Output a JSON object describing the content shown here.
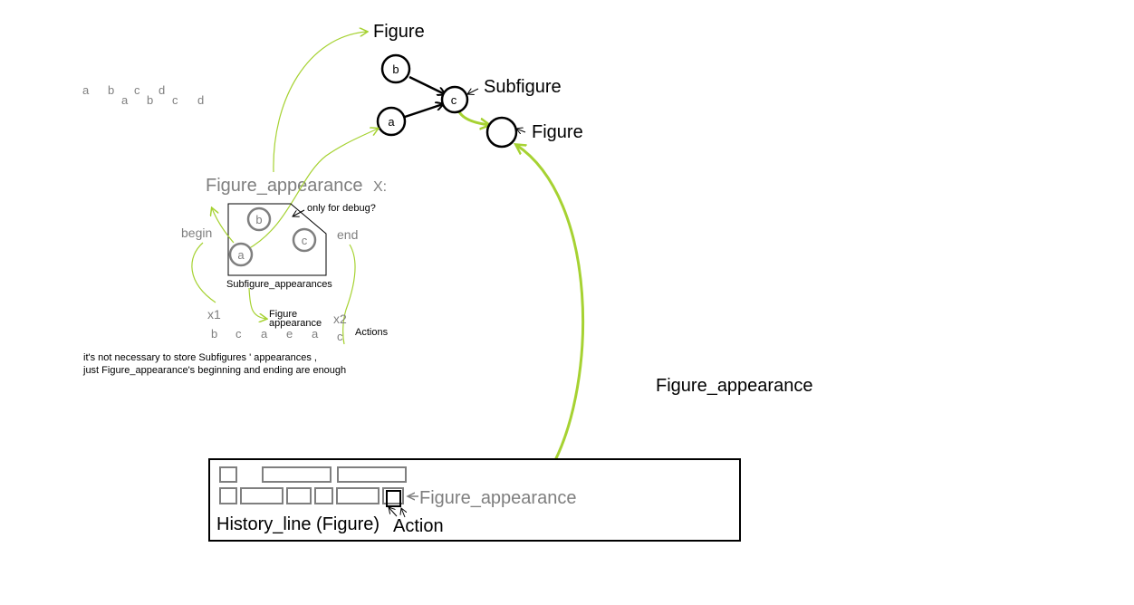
{
  "colors": {
    "green": "#a6d232",
    "gray": "#7f7f7f",
    "black": "#000000"
  },
  "top_graph": {
    "figure_top": "Figure",
    "subfigure": "Subfigure",
    "figure_right": "Figure",
    "node_b": "b",
    "node_a": "a",
    "node_c": "c"
  },
  "letter_row": [
    "a",
    "b",
    "a",
    "c",
    "b",
    "d",
    "c",
    "d"
  ],
  "appearance_box": {
    "title": "Figure_appearance",
    "suffix": "X:",
    "debug_note": "only for debug?",
    "begin": "begin",
    "end": "end",
    "node_b": "b",
    "node_a": "a",
    "node_c": "c",
    "subfigure_label": "Subfigure_appearances",
    "x1": "x1",
    "x2": "x2",
    "figure_appearance_line1": "Figure",
    "figure_appearance_line2": "appearance",
    "actions": "Actions",
    "action_letters": [
      "b",
      "c",
      "a",
      "e",
      "a",
      "c"
    ]
  },
  "notes": {
    "line1": "it's not necessary to store Subfigures ' appearances ,",
    "line2": "just Figure_appearance's beginning and ending are enough"
  },
  "middle_label": "Figure_appearance",
  "history": {
    "title": "History_line (Figure)",
    "action": "Action",
    "figure_appearance": "Figure_appearance"
  }
}
